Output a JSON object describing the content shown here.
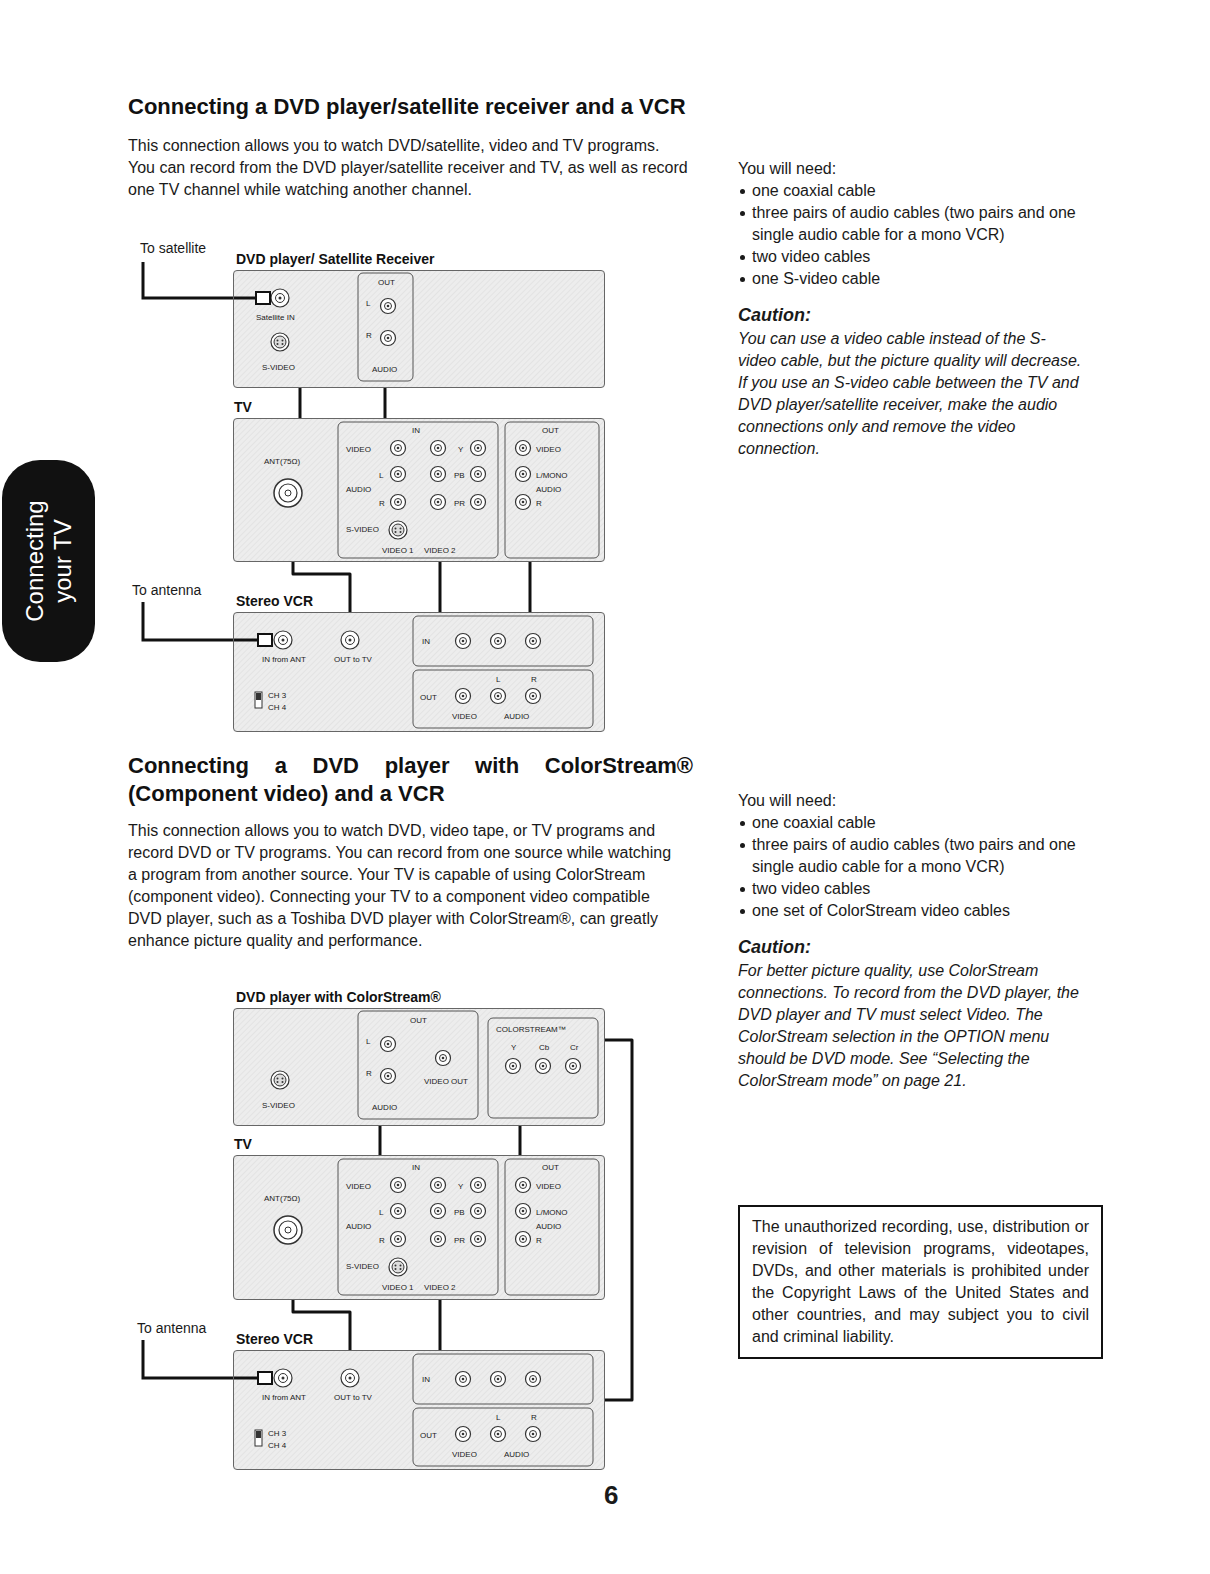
{
  "diagram": {
    "nodes": [
      {
        "text": [
          "DVD player/ Satellite Receiver",
          "Satellite IN",
          "S-VIDEO",
          "OUT",
          "L",
          "R",
          "AUDIO"
        ]
      },
      {
        "text": [
          "TV",
          "ANT(75Ω)",
          "IN",
          "VIDEO",
          "L",
          "AUDIO",
          "R",
          "S-VIDEO",
          "VIDEO 1",
          "VIDEO 2",
          "Y",
          "PB",
          "PR",
          "OUT",
          "VIDEO",
          "L/MONO",
          "AUDIO",
          "R"
        ]
      },
      {
        "text": [
          "Stereo VCR",
          "IN from ANT",
          "OUT to TV",
          "CH 3",
          "CH 4",
          "IN",
          "OUT",
          "VIDEO",
          "L",
          "AUDIO",
          "R"
        ]
      },
      {
        "text": [
          "DVD player with ColorStream®",
          "S-VIDEO",
          "OUT",
          "L",
          "R",
          "AUDIO",
          "VIDEO OUT",
          "COLORSTREAM™",
          "Y",
          "Cb",
          "Cr"
        ]
      },
      {
        "text": [
          "TV",
          "ANT(75Ω)",
          "IN",
          "VIDEO",
          "L",
          "AUDIO",
          "R",
          "S-VIDEO",
          "VIDEO 1",
          "VIDEO 2",
          "Y",
          "PB",
          "PR",
          "OUT",
          "VIDEO",
          "L/MONO",
          "AUDIO",
          "R"
        ]
      },
      {
        "text": [
          "Stereo VCR",
          "IN from ANT",
          "OUT to TV",
          "CH 3",
          "CH 4",
          "IN",
          "OUT",
          "VIDEO",
          "L",
          "AUDIO",
          "R"
        ]
      },
      {
        "text": [
          "The unauthorized recording, use, distribution or revision of television programs, videotapes, DVDs, and other materials is prohibited under the Copyright Laws of the United States and other countries, and may subject you to civil and criminal liability."
        ]
      },
      {
        "text": [
          "Connecting your TV"
        ]
      }
    ],
    "edges": [
      {
        "from": 0,
        "to": 1,
        "arrow": "none"
      },
      {
        "from": 0,
        "to": 1,
        "arrow": "none"
      },
      {
        "from": 1,
        "to": 2,
        "arrow": "none"
      },
      {
        "from": 2,
        "to": 1,
        "arrow": "none"
      },
      {
        "from": 2,
        "to": 1,
        "arrow": "none"
      },
      {
        "from": 3,
        "to": 4,
        "arrow": "none"
      },
      {
        "from": 3,
        "to": 4,
        "arrow": "none"
      },
      {
        "from": 3,
        "to": 5,
        "arrow": "none"
      },
      {
        "from": 5,
        "to": 4,
        "arrow": "none"
      },
      {
        "from": 5,
        "to": 4,
        "arrow": "none"
      }
    ],
    "labels": [
      "Connecting a DVD player/satellite receiver and a VCR",
      "This connection allows you to watch DVD/satellite, video and TV programs. You can record from the DVD player/satellite receiver and TV, as well as record one TV channel while watching another channel.",
      "You will need:",
      "one coaxial cable",
      "three pairs of audio cables (two pairs and one single audio cable for a mono VCR)",
      "two video cables",
      "one S-video cable",
      "Caution:",
      "You can use a video cable instead of the S-video cable, but the picture quality will decrease. If you use an S-video cable between the TV and DVD player/satellite receiver, make the audio connections only and remove the video connection.",
      "To satellite",
      "To antenna",
      "Connecting a DVD player with ColorStream® (Component video) and a VCR",
      "This connection allows you to watch DVD, video tape, or TV programs and record DVD or TV programs. You can record from one source while watching a program from another source. Your TV is capable of using ColorStream (component video). Connecting your TV to a component video compatible DVD player, such as a Toshiba DVD player with ColorStream®, can greatly enhance picture quality and performance.",
      "You will need:",
      "one coaxial cable",
      "three pairs of audio cables (two pairs and one single audio cable for a mono VCR)",
      "two video cables",
      "one set of ColorStream video cables",
      "Caution:",
      "For better picture quality, use ColorStream connections. To record from the DVD player, the DVD player and TV must select Video. The ColorStream selection in the OPTION menu should be DVD mode. See “Selecting the ColorStream mode” on page 21.",
      "To antenna",
      "6"
    ]
  }
}
